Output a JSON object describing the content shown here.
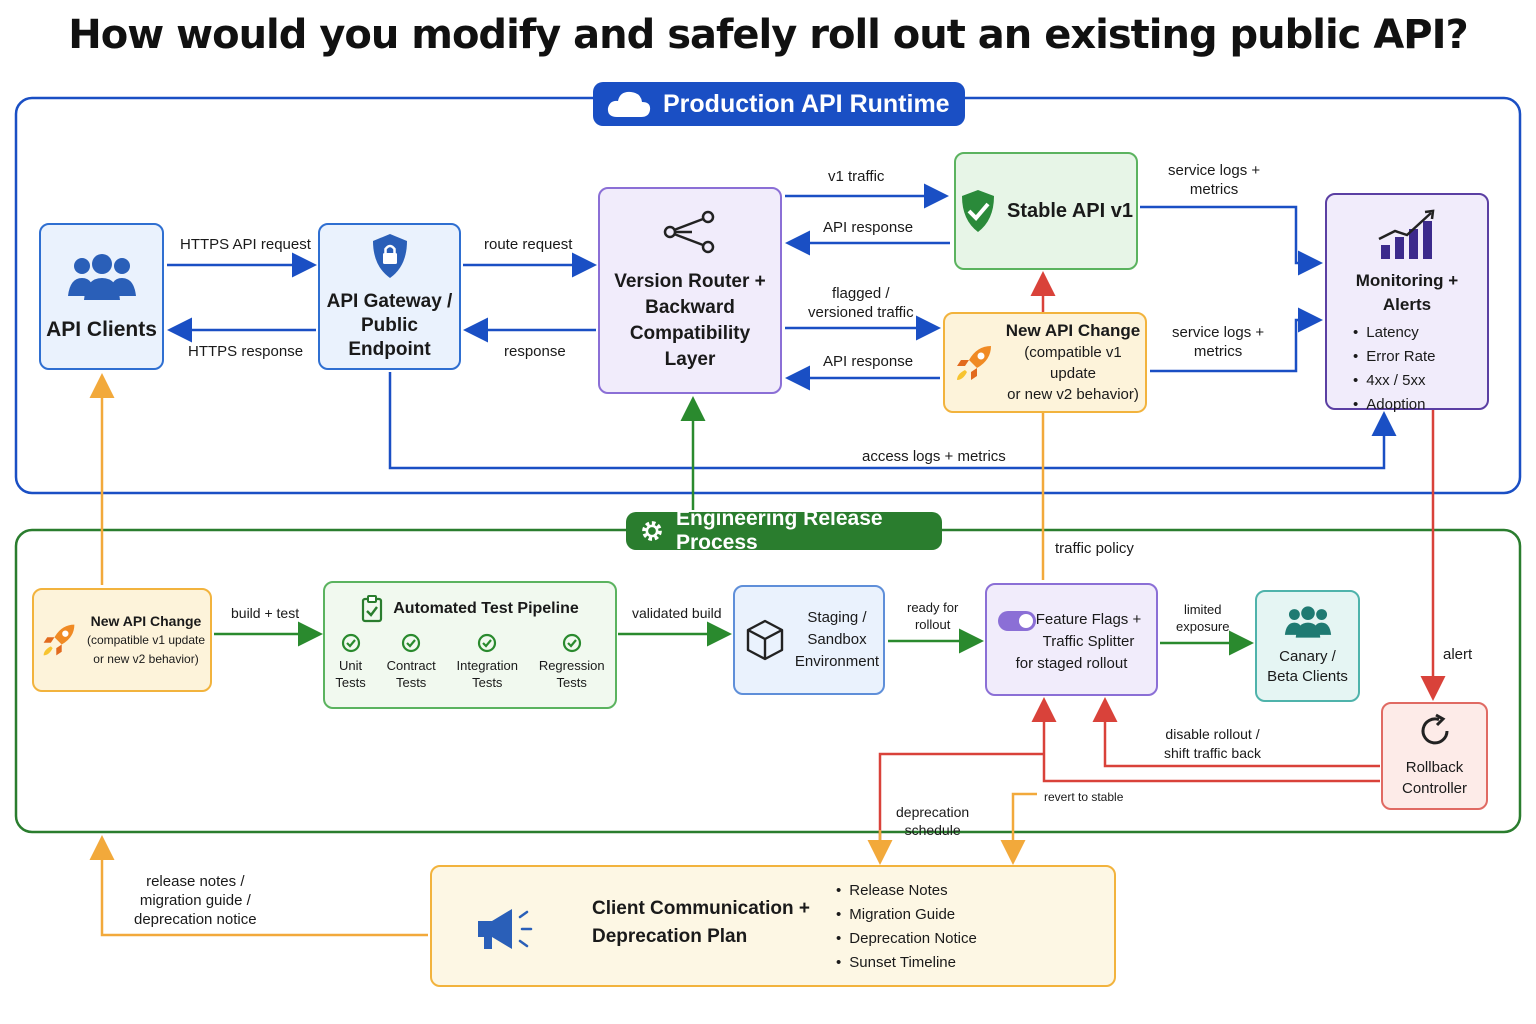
{
  "title": "How would you modify and safely roll out an existing public API?",
  "sections": {
    "production": "Production API Runtime",
    "engineering": "Engineering Release Process"
  },
  "nodes": {
    "api_clients": "API Clients",
    "gateway": [
      "API Gateway /",
      "Public Endpoint"
    ],
    "router": [
      "Version Router +",
      "Backward Compatibility",
      "Layer"
    ],
    "stable": "Stable API v1",
    "new_change": {
      "title": "New API Change",
      "sub": [
        "(compatible v1 update",
        "or new v2 behavior)"
      ]
    },
    "monitoring": {
      "title": "Monitoring + Alerts",
      "items": [
        "Latency",
        "Error Rate",
        "4xx / 5xx",
        "Adoption"
      ]
    },
    "new_change_eng": {
      "title": "New API Change",
      "sub": [
        "(compatible v1 update",
        "or new v2 behavior)"
      ]
    },
    "pipeline": {
      "title": "Automated Test Pipeline",
      "tests": [
        [
          "Unit",
          "Tests"
        ],
        [
          "Contract",
          "Tests"
        ],
        [
          "Integration",
          "Tests"
        ],
        [
          "Regression",
          "Tests"
        ]
      ]
    },
    "staging": [
      "Staging /",
      "Sandbox",
      "Environment"
    ],
    "flags": [
      "Feature Flags +",
      "Traffic Splitter",
      "for staged rollout"
    ],
    "canary": [
      "Canary /",
      "Beta Clients"
    ],
    "rollback": [
      "Rollback",
      "Controller"
    ],
    "comms": {
      "title": [
        "Client Communication +",
        "Deprecation Plan"
      ],
      "items": [
        "Release Notes",
        "Migration Guide",
        "Deprecation Notice",
        "Sunset Timeline"
      ]
    }
  },
  "edges": {
    "https_request": "HTTPS API request",
    "https_response": "HTTPS response",
    "route_request": "route request",
    "response": "response",
    "v1_traffic": "v1 traffic",
    "api_response_1": "API response",
    "flagged": [
      "flagged /",
      "versioned traffic"
    ],
    "api_response_2": "API response",
    "service_logs_1": [
      "service logs +",
      "metrics"
    ],
    "service_logs_2": [
      "service logs +",
      "metrics"
    ],
    "access_logs": "access logs + metrics",
    "traffic_policy": "traffic policy",
    "build_test": "build + test",
    "validated_build": "validated build",
    "ready_rollout": [
      "ready for",
      "rollout"
    ],
    "limited_exposure": [
      "limited",
      "exposure"
    ],
    "alert": "alert",
    "disable_rollout": [
      "disable rollout /",
      "shift traffic back"
    ],
    "deprecation_schedule": [
      "deprecation",
      "schedule"
    ],
    "revert_stable": "revert to stable",
    "release_notes": [
      "release notes /",
      "migration guide /",
      "deprecation notice"
    ]
  },
  "colors": {
    "blue": "#1a4fc4",
    "green": "#2a7d2e",
    "orange": "#f2a93b",
    "red": "#d9423a",
    "purple": "#8b6fd6"
  },
  "icons": [
    "cloud-icon",
    "users-icon",
    "shield-lock-icon",
    "share-nodes-icon",
    "shield-check-icon",
    "rocket-icon",
    "bar-chart-icon",
    "gear-icon",
    "clipboard-check-icon",
    "check-circle-icon",
    "cube-icon",
    "toggle-icon",
    "refresh-icon",
    "megaphone-icon"
  ]
}
